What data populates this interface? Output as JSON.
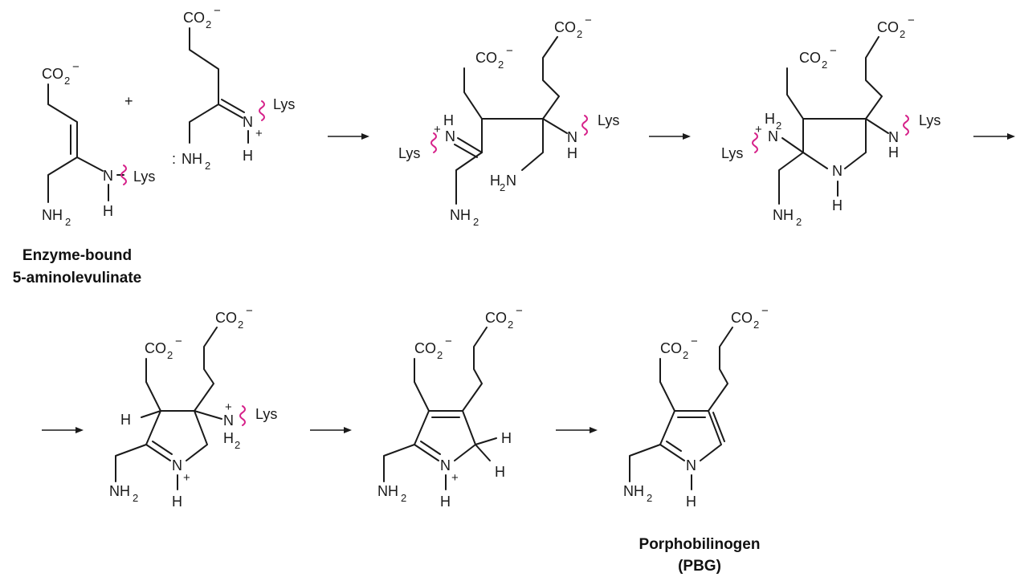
{
  "labels": {
    "carboxylate": "CO",
    "carboxylate_sub": "2",
    "carboxylate_charge": "−",
    "amine": "NH",
    "amine_sub": "2",
    "amine_left": "H",
    "amine_left_sub": "2",
    "amine_left_n": "N",
    "nitrogen": "N",
    "hydrogen": "H",
    "h2": "H",
    "h2_sub": "2",
    "lysine": "Lys",
    "plus": "+",
    "lone_pair": ":"
  },
  "captions": {
    "reactant_line1": "Enzyme-bound",
    "reactant_line2": "5-aminolevulinate",
    "product_line1": "Porphobilinogen",
    "product_line2": "(PBG)"
  },
  "colors": {
    "ink": "#1a1a1a",
    "lysine_linkage": "#d6228a"
  }
}
